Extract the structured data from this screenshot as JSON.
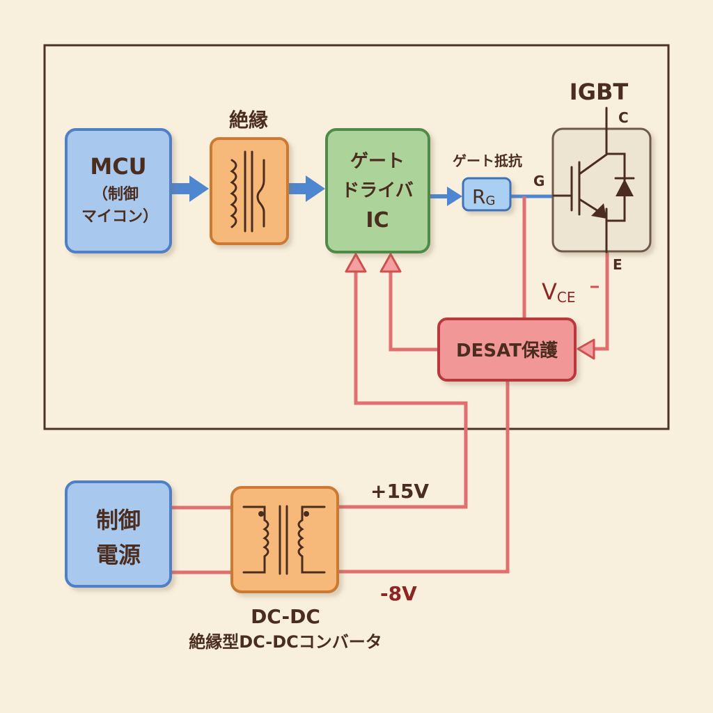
{
  "title": "IGBT gate drive block diagram",
  "colors": {
    "background": "#f8efdc",
    "frame": "#4a3325",
    "text": "#4a2d1e",
    "blue_fill": "#a9c8ee",
    "blue_stroke": "#4f7fc4",
    "orange_fill": "#f6b97a",
    "orange_stroke": "#cc7a32",
    "green_fill": "#acd49a",
    "green_stroke": "#4f8a48",
    "red_fill": "#f29797",
    "red_stroke": "#b8383e",
    "igbt_fill": "#eee4d2",
    "igbt_stroke": "#6e5a4a",
    "signal_line": "#4f86d0",
    "power_line": "#e07070",
    "vce_text": "#8e2424"
  },
  "blocks": {
    "mcu": {
      "line1": "MCU",
      "line2": "（制御",
      "line3": "マイコン）"
    },
    "isolation": {
      "label": "絶縁",
      "icon": "isolation-transformer-icon"
    },
    "gate_driver": {
      "line1": "ゲート",
      "line2": "ドライバ",
      "line3": "IC"
    },
    "gate_resistor": {
      "label": "ゲート抵抗",
      "symbol_main": "R",
      "symbol_sub": "G"
    },
    "igbt": {
      "label": "IGBT",
      "collector": "C",
      "gate": "G",
      "emitter": "E",
      "icon": "igbt-with-diode-icon"
    },
    "desat": {
      "label": "DESAT保護"
    },
    "vce": {
      "main": "V",
      "sub": "CE",
      "minus": "−"
    },
    "control_power": {
      "line1": "制御",
      "line2": "電源"
    },
    "dcdc": {
      "line1": "DC-DC",
      "line2": "絶縁型DC-DCコンバータ",
      "icon": "transformer-icon"
    }
  },
  "rails": {
    "positive": "+15V",
    "negative": "-8V"
  }
}
